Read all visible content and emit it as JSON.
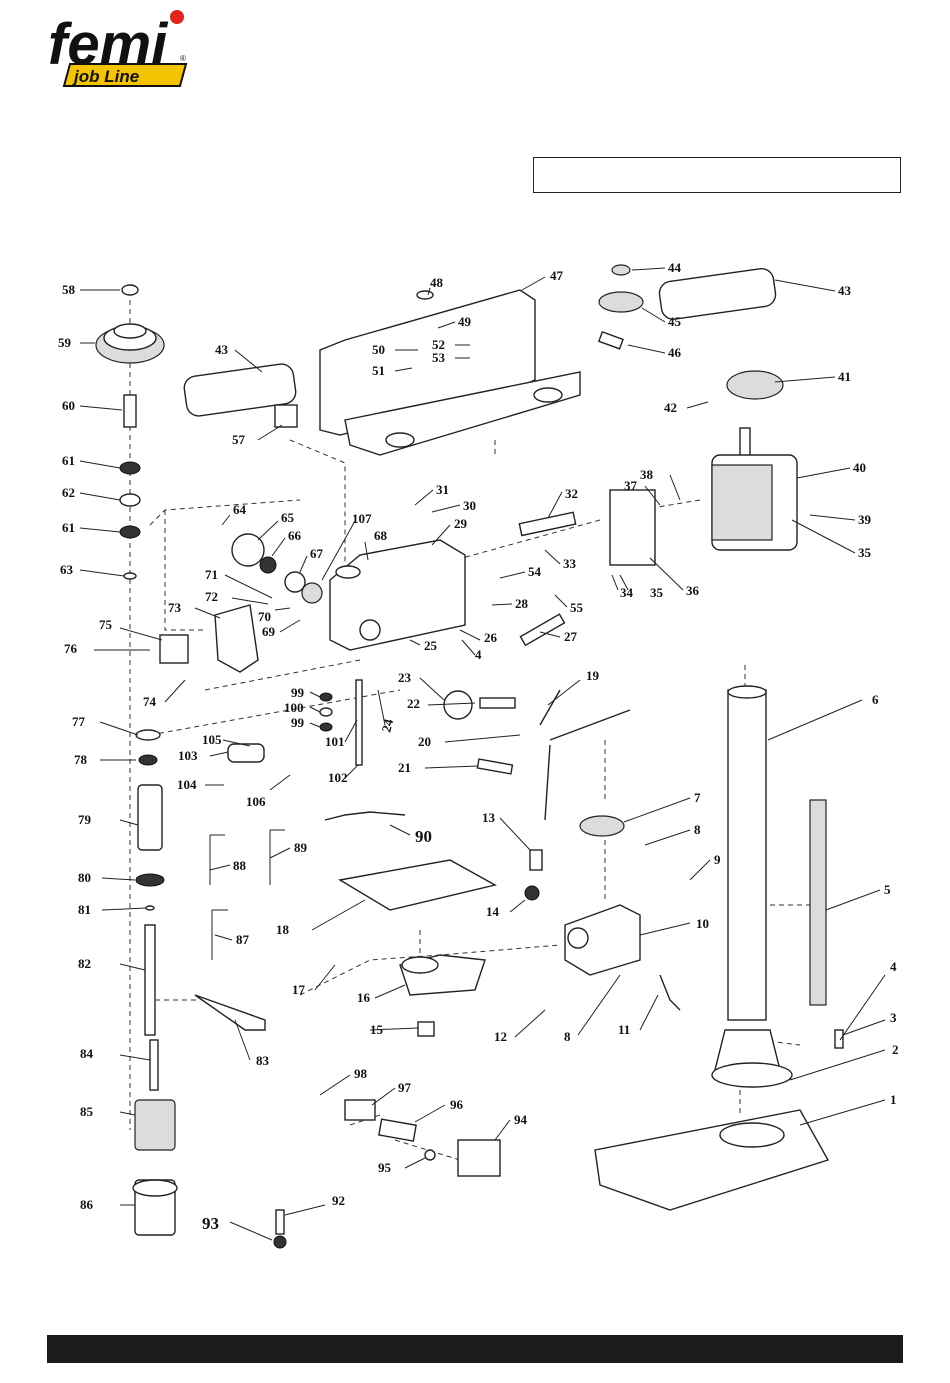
{
  "brand": {
    "name": "femi",
    "subline": "job Line",
    "registered": "®",
    "accent_color": "#e2231a",
    "badge_color": "#f4c400"
  },
  "model_box": {
    "text": ""
  },
  "diagram": {
    "labels": [
      {
        "id": "p58",
        "text": "58"
      },
      {
        "id": "p59",
        "text": "59"
      },
      {
        "id": "p60",
        "text": "60"
      },
      {
        "id": "p61a",
        "text": "61"
      },
      {
        "id": "p62",
        "text": "62"
      },
      {
        "id": "p61b",
        "text": "61"
      },
      {
        "id": "p63",
        "text": "63"
      },
      {
        "id": "p43a",
        "text": "43"
      },
      {
        "id": "p48",
        "text": "48"
      },
      {
        "id": "p47",
        "text": "47"
      },
      {
        "id": "p49",
        "text": "49"
      },
      {
        "id": "p50",
        "text": "50"
      },
      {
        "id": "p51",
        "text": "51"
      },
      {
        "id": "p52",
        "text": "52"
      },
      {
        "id": "p53",
        "text": "53"
      },
      {
        "id": "p57",
        "text": "57"
      },
      {
        "id": "p44",
        "text": "44"
      },
      {
        "id": "p43b",
        "text": "43"
      },
      {
        "id": "p45",
        "text": "45"
      },
      {
        "id": "p46",
        "text": "46"
      },
      {
        "id": "p41",
        "text": "41"
      },
      {
        "id": "p42",
        "text": "42"
      },
      {
        "id": "p40",
        "text": "40"
      },
      {
        "id": "p39",
        "text": "39"
      },
      {
        "id": "p35a",
        "text": "35"
      },
      {
        "id": "p38",
        "text": "38"
      },
      {
        "id": "p37",
        "text": "37"
      },
      {
        "id": "p32",
        "text": "32"
      },
      {
        "id": "p31",
        "text": "31"
      },
      {
        "id": "p30",
        "text": "30"
      },
      {
        "id": "p107",
        "text": "107"
      },
      {
        "id": "p29",
        "text": "29"
      },
      {
        "id": "p33",
        "text": "33"
      },
      {
        "id": "p54",
        "text": "54"
      },
      {
        "id": "p34",
        "text": "34"
      },
      {
        "id": "p35b",
        "text": "35"
      },
      {
        "id": "p36",
        "text": "36"
      },
      {
        "id": "p55",
        "text": "55"
      },
      {
        "id": "p28",
        "text": "28"
      },
      {
        "id": "p64",
        "text": "64"
      },
      {
        "id": "p65",
        "text": "65"
      },
      {
        "id": "p66",
        "text": "66"
      },
      {
        "id": "p67",
        "text": "67"
      },
      {
        "id": "p68",
        "text": "68"
      },
      {
        "id": "p71",
        "text": "71"
      },
      {
        "id": "p72",
        "text": "72"
      },
      {
        "id": "p73",
        "text": "73"
      },
      {
        "id": "p70",
        "text": "70"
      },
      {
        "id": "p69",
        "text": "69"
      },
      {
        "id": "p26",
        "text": "26"
      },
      {
        "id": "p27",
        "text": "27"
      },
      {
        "id": "p75",
        "text": "75"
      },
      {
        "id": "p76",
        "text": "76"
      },
      {
        "id": "p25",
        "text": "25"
      },
      {
        "id": "p4a",
        "text": "4"
      },
      {
        "id": "p74",
        "text": "74"
      },
      {
        "id": "p23",
        "text": "23"
      },
      {
        "id": "p19",
        "text": "19"
      },
      {
        "id": "p99a",
        "text": "99"
      },
      {
        "id": "p100",
        "text": "100"
      },
      {
        "id": "p99b",
        "text": "99"
      },
      {
        "id": "p24",
        "text": "24"
      },
      {
        "id": "p22",
        "text": "22"
      },
      {
        "id": "p77",
        "text": "77"
      },
      {
        "id": "p101",
        "text": "101"
      },
      {
        "id": "p20",
        "text": "20"
      },
      {
        "id": "p105",
        "text": "105"
      },
      {
        "id": "p103",
        "text": "103"
      },
      {
        "id": "p78",
        "text": "78"
      },
      {
        "id": "p104",
        "text": "104"
      },
      {
        "id": "p106",
        "text": "106"
      },
      {
        "id": "p102",
        "text": "102"
      },
      {
        "id": "p21",
        "text": "21"
      },
      {
        "id": "p6",
        "text": "6"
      },
      {
        "id": "p79",
        "text": "79"
      },
      {
        "id": "p90",
        "text": "90"
      },
      {
        "id": "p13",
        "text": "13"
      },
      {
        "id": "p7",
        "text": "7"
      },
      {
        "id": "p8a",
        "text": "8"
      },
      {
        "id": "p88",
        "text": "88"
      },
      {
        "id": "p89",
        "text": "89"
      },
      {
        "id": "p80",
        "text": "80"
      },
      {
        "id": "p9",
        "text": "9"
      },
      {
        "id": "p81",
        "text": "81"
      },
      {
        "id": "p14",
        "text": "14"
      },
      {
        "id": "p5",
        "text": "5"
      },
      {
        "id": "p18",
        "text": "18"
      },
      {
        "id": "p10",
        "text": "10"
      },
      {
        "id": "p87",
        "text": "87"
      },
      {
        "id": "p82",
        "text": "82"
      },
      {
        "id": "p17",
        "text": "17"
      },
      {
        "id": "p16",
        "text": "16"
      },
      {
        "id": "p4b",
        "text": "4"
      },
      {
        "id": "p3",
        "text": "3"
      },
      {
        "id": "p15",
        "text": "15"
      },
      {
        "id": "p12",
        "text": "12"
      },
      {
        "id": "p8b",
        "text": "8"
      },
      {
        "id": "p11",
        "text": "11"
      },
      {
        "id": "p83",
        "text": "83"
      },
      {
        "id": "p2",
        "text": "2"
      },
      {
        "id": "p84",
        "text": "84"
      },
      {
        "id": "p98",
        "text": "98"
      },
      {
        "id": "p97",
        "text": "97"
      },
      {
        "id": "p1",
        "text": "1"
      },
      {
        "id": "p96",
        "text": "96"
      },
      {
        "id": "p85",
        "text": "85"
      },
      {
        "id": "p94",
        "text": "94"
      },
      {
        "id": "p95",
        "text": "95"
      },
      {
        "id": "p86",
        "text": "86"
      },
      {
        "id": "p92",
        "text": "92"
      },
      {
        "id": "p93",
        "text": "93"
      }
    ]
  },
  "footer": {
    "text": ""
  }
}
